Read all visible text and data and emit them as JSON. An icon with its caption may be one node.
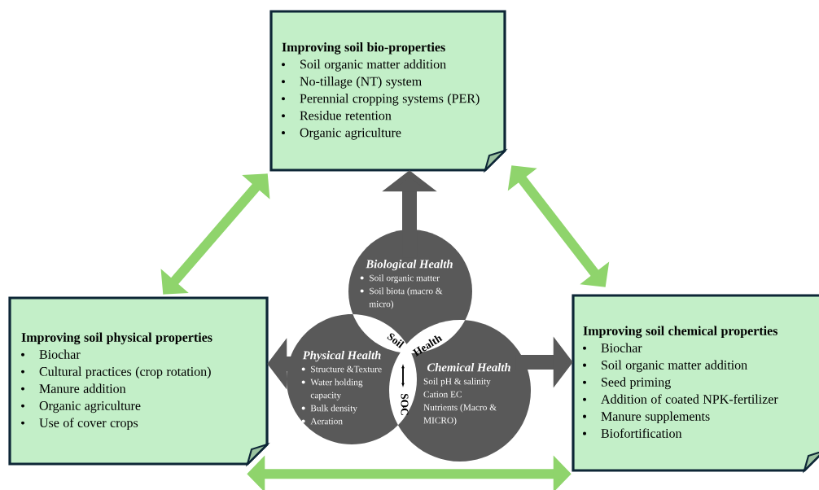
{
  "diagram": {
    "nodes": [
      {
        "text": [
          "Improving soil bio-properties",
          "Soil organic matter addition",
          "No-tillage (NT) system",
          "Perennial cropping systems (PER)",
          "Residue retention",
          "Organic agriculture"
        ]
      },
      {
        "text": [
          "Improving soil physical properties",
          "Biochar",
          "Cultural practices (crop rotation)",
          "Manure addition",
          "Organic agriculture",
          "Use of cover crops"
        ]
      },
      {
        "text": [
          "Improving soil chemical properties",
          "Biochar",
          "Soil organic matter addition",
          "Seed priming",
          "Addition of coated NPK-fertilizer",
          "Manure supplements",
          "Biofortification"
        ]
      },
      {
        "text": [
          "Biological Health",
          "Soil organic matter",
          "Soil biota (macro & micro)"
        ]
      },
      {
        "text": [
          "Physical Health",
          "Structure &Texture",
          "Water holding capacity",
          "Bulk density",
          "Aeration"
        ]
      },
      {
        "text": [
          "Chemical Health",
          "Soil pH & salinity",
          "Cation EC",
          "Nutrients (Macro & MICRO)"
        ]
      }
    ],
    "edges": [
      {
        "from": 0,
        "to": 1,
        "arrow": "both"
      },
      {
        "from": 0,
        "to": 2,
        "arrow": "both"
      },
      {
        "from": 1,
        "to": 2,
        "arrow": "both"
      },
      {
        "from": 3,
        "to": 0,
        "arrow": "to",
        "color": "#595959"
      },
      {
        "from": 4,
        "to": 1,
        "arrow": "to",
        "color": "#595959"
      },
      {
        "from": 5,
        "to": 2,
        "arrow": "to",
        "color": "#595959"
      }
    ],
    "labels": [
      "Soil",
      "Health",
      "SOC"
    ]
  }
}
